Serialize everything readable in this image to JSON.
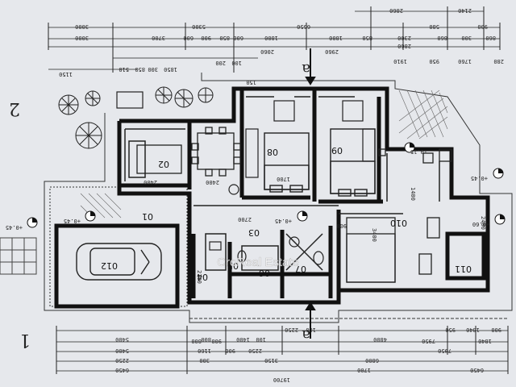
{
  "colors": {
    "paper": "#e6e8ec",
    "ink": "#1c1c1c",
    "wall": "#111111",
    "hatch": "#555555"
  },
  "top_dims": {
    "row1": [
      "2860",
      "2140"
    ],
    "row2": [
      "3000",
      "5300",
      "6550",
      "2300",
      "860",
      "300",
      "860"
    ],
    "row3": [
      "3000",
      "3700",
      "600",
      "900",
      "850",
      "600",
      "1800",
      "1800",
      "850",
      "2860",
      "580",
      "900"
    ],
    "row4": [
      "2060",
      "2960",
      "1910",
      "950",
      "1760",
      "280"
    ],
    "row5": [
      "1150",
      "510",
      "850",
      "300",
      "1850",
      "200",
      "100",
      "150"
    ]
  },
  "bottom_dims": {
    "row1": [
      "5400",
      "800",
      "1400",
      "100",
      "2250",
      "100",
      "4800",
      "950",
      "1840",
      "900"
    ],
    "row2": [
      "5400",
      "6800",
      "800",
      "900",
      "2250",
      "4800",
      "7950",
      "1840"
    ],
    "row3": [
      "2250",
      "6800",
      "900",
      "1160",
      "7950"
    ],
    "row4": [
      "6450",
      "3150",
      "300",
      "1700",
      "6450"
    ],
    "row5": [
      "19700"
    ]
  },
  "rooms": {
    "r01": "01",
    "r02": "02",
    "r03": "03",
    "r04": "04",
    "r05": "05",
    "r06": "06",
    "r07": "07",
    "r08": "08",
    "r09": "09",
    "r010": "010",
    "r011": "011",
    "r012": "012"
  },
  "section_marks": {
    "a_top": "a",
    "a_bottom": "a"
  },
  "side_numbers": {
    "left_top": "2",
    "left_bottom": "1"
  },
  "levels": {
    "lv1": "+0.45",
    "lv2": "+0.45",
    "lv3": "+0.45",
    "lv4": "-0.15",
    "lv5": "+0.45",
    "lv6": "+0.60"
  },
  "watermark": "CroReal Estate",
  "inner_dims": [
    "2400",
    "2400",
    "1700",
    "2700",
    "3400",
    "1400",
    "2400",
    "2100",
    "900"
  ]
}
